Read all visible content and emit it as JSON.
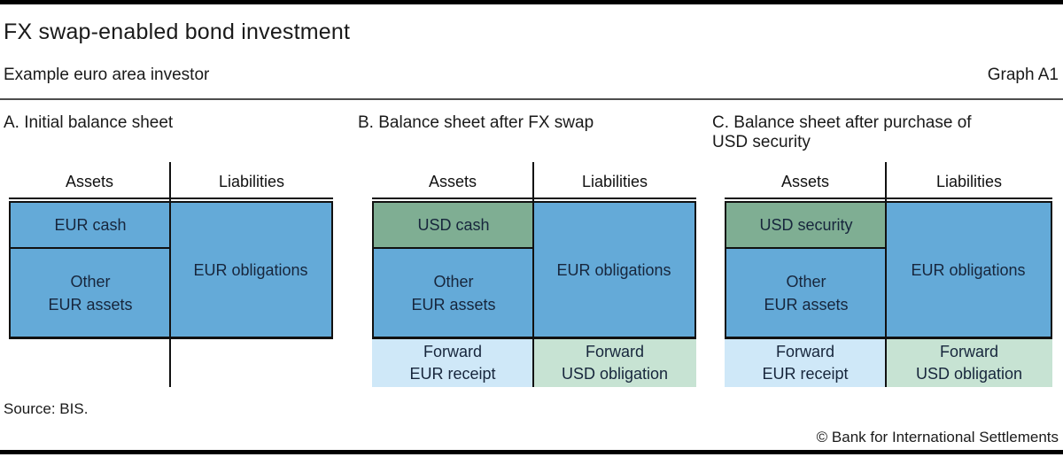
{
  "header": {
    "title": "FX swap-enabled bond investment",
    "subtitle": "Example euro area investor",
    "graph_label": "Graph A1"
  },
  "footer": {
    "source": "Source: BIS.",
    "copyright": "© Bank for International Settlements"
  },
  "colors": {
    "asset_blue": "#64aad8",
    "usd_green": "#7fae93",
    "forward_blue": "#cfe8f8",
    "forward_green": "#c7e3d3"
  },
  "panels": [
    {
      "title": "A. Initial balance sheet",
      "assets_header": "Assets",
      "liabilities_header": "Liabilities",
      "asset_top": "EUR cash",
      "asset_other": [
        "Other",
        "EUR assets"
      ],
      "liability_main": "EUR obligations"
    },
    {
      "title": "B. Balance sheet after FX swap",
      "assets_header": "Assets",
      "liabilities_header": "Liabilities",
      "asset_top": "USD cash",
      "asset_other": [
        "Other",
        "EUR assets"
      ],
      "liability_main": "EUR obligations",
      "forward_asset": [
        "Forward",
        "EUR receipt"
      ],
      "forward_liability": [
        "Forward",
        "USD obligation"
      ]
    },
    {
      "title": "C. Balance sheet after purchase of USD security",
      "assets_header": "Assets",
      "liabilities_header": "Liabilities",
      "asset_top": "USD security",
      "asset_other": [
        "Other",
        "EUR assets"
      ],
      "liability_main": "EUR obligations",
      "forward_asset": [
        "Forward",
        "EUR receipt"
      ],
      "forward_liability": [
        "Forward",
        "USD obligation"
      ]
    }
  ]
}
